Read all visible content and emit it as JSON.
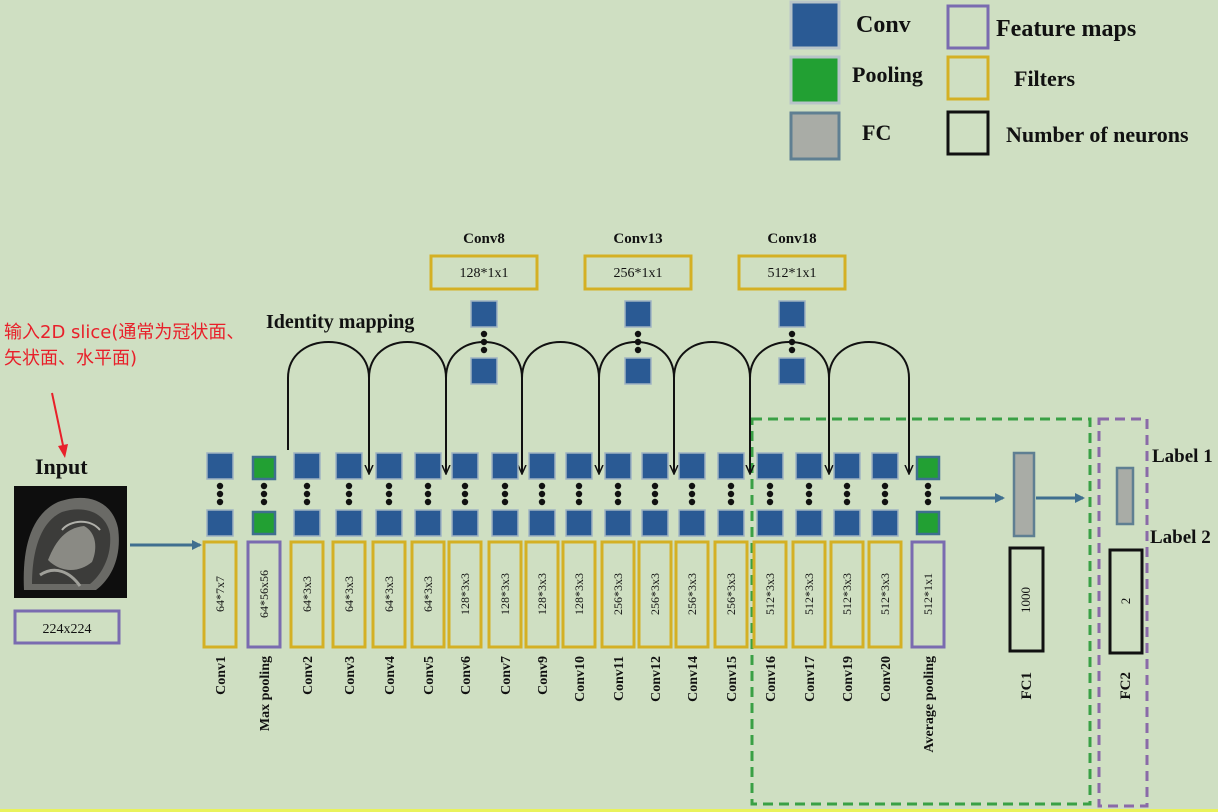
{
  "legend": {
    "conv": "Conv",
    "pooling": "Pooling",
    "fc": "FC",
    "feature_maps": "Feature maps",
    "filters": "Filters",
    "neurons": "Number of neurons"
  },
  "colors": {
    "conv": "#2a5a94",
    "pooling": "#22a033",
    "fc": "#a9aca6",
    "feature_maps": "#7a6bb0",
    "filters": "#d4b024",
    "neurons": "#111111",
    "dashed_green": "#3aa045",
    "dashed_purple": "#8a6aa8",
    "annotation": "#e8202a"
  },
  "annotation": {
    "line1": "输入2D slice(通常为冠状面、",
    "line2": "矢状面、水平面)"
  },
  "input": {
    "label": "Input",
    "size": "224x224"
  },
  "identity_mapping": "Identity mapping",
  "shortcuts": [
    {
      "name": "Conv8",
      "filter": "128*1x1"
    },
    {
      "name": "Conv13",
      "filter": "256*1x1"
    },
    {
      "name": "Conv18",
      "filter": "512*1x1"
    }
  ],
  "layers": [
    {
      "name": "Conv1",
      "filter": "64*7x7",
      "type": "conv",
      "box": "filter"
    },
    {
      "name": "Max pooling",
      "filter": "64*56x56",
      "type": "pool",
      "box": "feature"
    },
    {
      "name": "Conv2",
      "filter": "64*3x3",
      "type": "conv",
      "box": "filter"
    },
    {
      "name": "Conv3",
      "filter": "64*3x3",
      "type": "conv",
      "box": "filter"
    },
    {
      "name": "Conv4",
      "filter": "64*3x3",
      "type": "conv",
      "box": "filter"
    },
    {
      "name": "Conv5",
      "filter": "64*3x3",
      "type": "conv",
      "box": "filter"
    },
    {
      "name": "Conv6",
      "filter": "128*3x3",
      "type": "conv",
      "box": "filter"
    },
    {
      "name": "Conv7",
      "filter": "128*3x3",
      "type": "conv",
      "box": "filter"
    },
    {
      "name": "Conv9",
      "filter": "128*3x3",
      "type": "conv",
      "box": "filter"
    },
    {
      "name": "Conv10",
      "filter": "128*3x3",
      "type": "conv",
      "box": "filter"
    },
    {
      "name": "Conv11",
      "filter": "256*3x3",
      "type": "conv",
      "box": "filter"
    },
    {
      "name": "Conv12",
      "filter": "256*3x3",
      "type": "conv",
      "box": "filter"
    },
    {
      "name": "Conv14",
      "filter": "256*3x3",
      "type": "conv",
      "box": "filter"
    },
    {
      "name": "Conv15",
      "filter": "256*3x3",
      "type": "conv",
      "box": "filter"
    },
    {
      "name": "Conv16",
      "filter": "512*3x3",
      "type": "conv",
      "box": "filter"
    },
    {
      "name": "Conv17",
      "filter": "512*3x3",
      "type": "conv",
      "box": "filter"
    },
    {
      "name": "Conv19",
      "filter": "512*3x3",
      "type": "conv",
      "box": "filter"
    },
    {
      "name": "Conv20",
      "filter": "512*3x3",
      "type": "conv",
      "box": "filter"
    },
    {
      "name": "Average pooling",
      "filter": "512*1x1",
      "type": "pool",
      "box": "feature"
    }
  ],
  "fc1": {
    "name": "FC1",
    "neurons": "1000"
  },
  "fc2": {
    "name": "FC2",
    "neurons": "2"
  },
  "labels": [
    "Label 1",
    "Label 2"
  ]
}
